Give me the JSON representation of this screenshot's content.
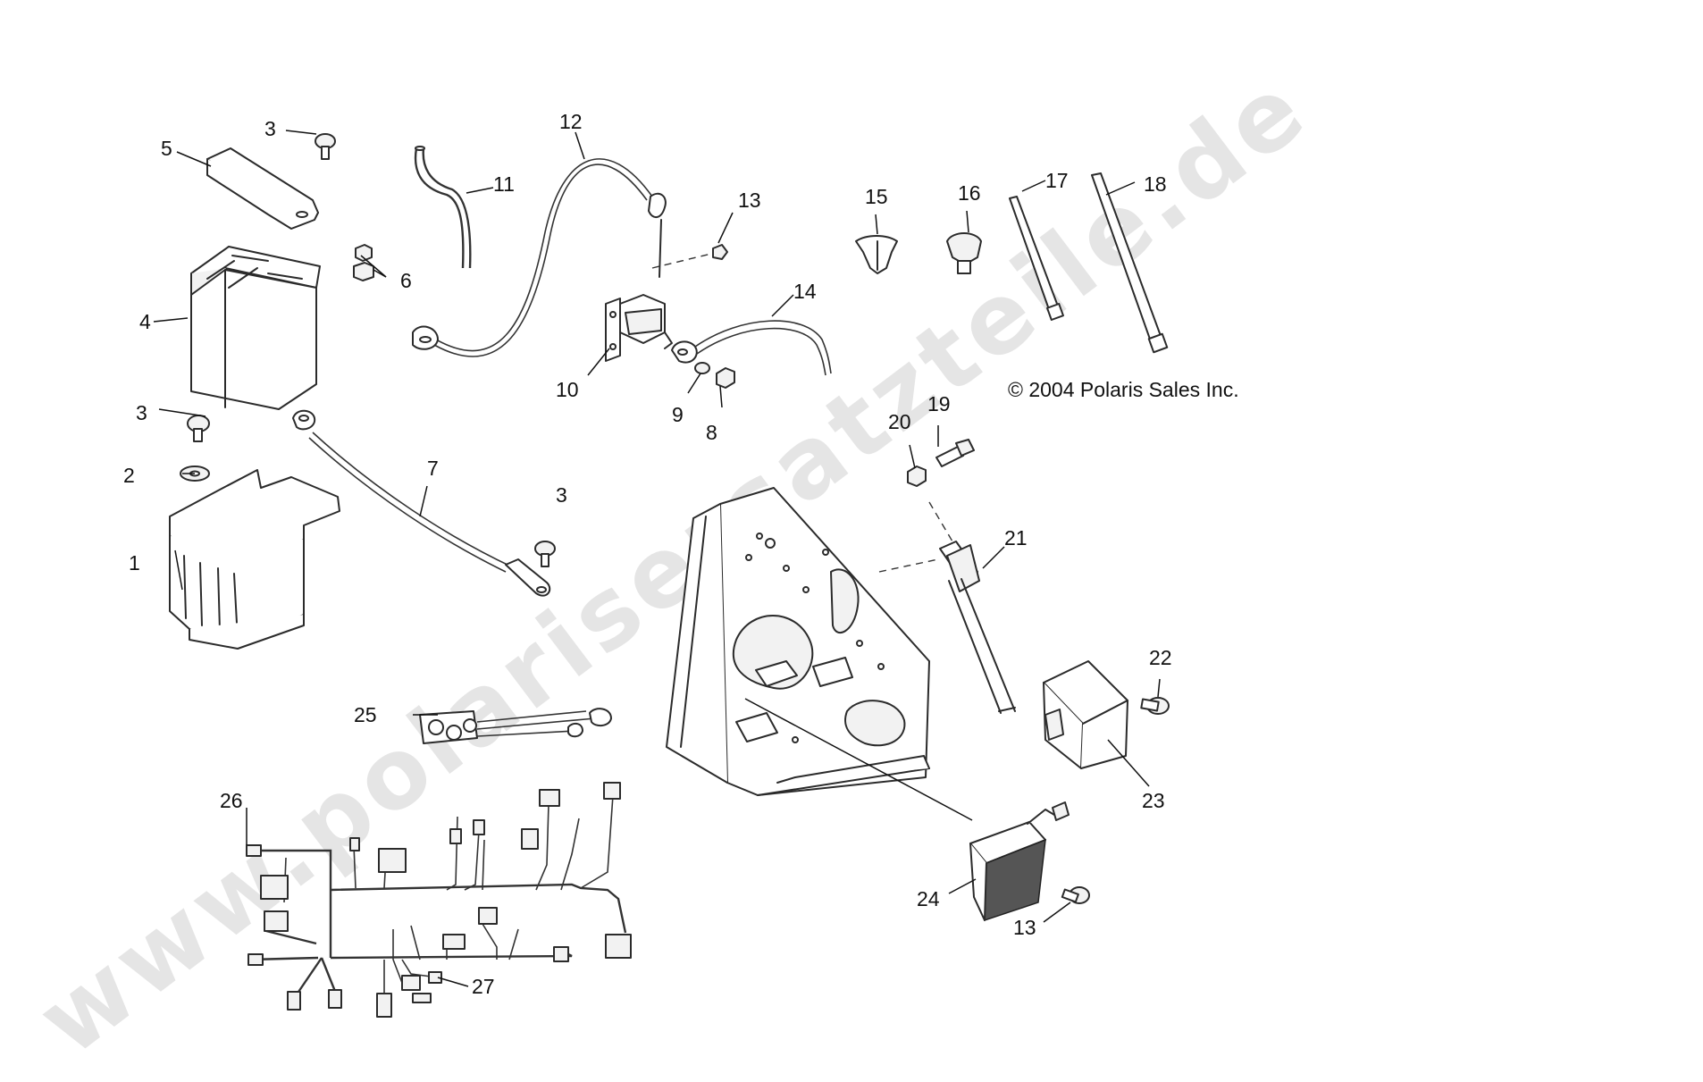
{
  "copyright": "© 2004 Polaris Sales Inc.",
  "watermark": "www.polarisersatzteile.de",
  "callouts": {
    "c1": "1",
    "c2": "2",
    "c3a": "3",
    "c3b": "3",
    "c3c": "3",
    "c4": "4",
    "c5": "5",
    "c6": "6",
    "c7": "7",
    "c8": "8",
    "c9": "9",
    "c10": "10",
    "c11": "11",
    "c12": "12",
    "c13a": "13",
    "c13b": "13",
    "c14": "14",
    "c15": "15",
    "c16": "16",
    "c17": "17",
    "c18": "18",
    "c19": "19",
    "c20": "20",
    "c21": "21",
    "c22": "22",
    "c23": "23",
    "c24": "24",
    "c25": "25",
    "c26": "26",
    "c27": "27"
  },
  "colors": {
    "line": "#2b2b2b",
    "watermark": "#cfcfcf",
    "background": "#ffffff"
  }
}
